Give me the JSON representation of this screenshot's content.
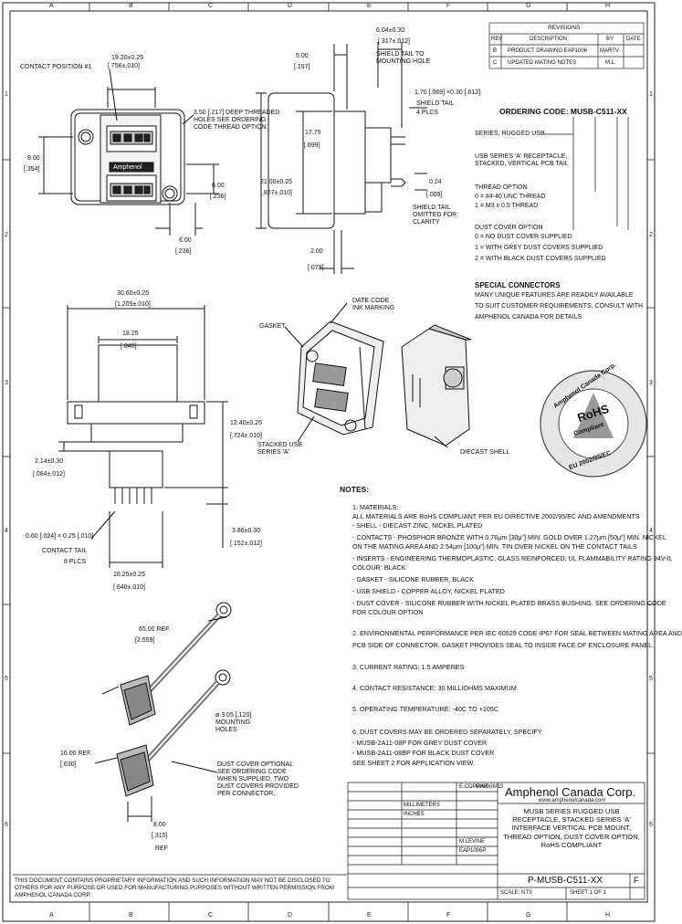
{
  "border": {
    "cols": [
      "A",
      "B",
      "C",
      "D",
      "E",
      "F",
      "G",
      "H"
    ],
    "rows": [
      "1",
      "2",
      "3",
      "4",
      "5",
      "6"
    ]
  },
  "revision_table": {
    "title": "REVISIONS",
    "headers": [
      "REV",
      "DESCRIPTION",
      "BY",
      "DATE"
    ],
    "rows": [
      {
        "rev": "B",
        "desc": "PRODUCT DRAWING EAP1006",
        "by": "MARTV",
        "date": ""
      },
      {
        "rev": "C",
        "desc": "UPDATED MATING NOTES",
        "by": "M.L.",
        "date": ""
      }
    ]
  },
  "dimensions": {
    "contact_position": "CONTACT POSITION #1",
    "d1_mm": "19.20±0.25",
    "d1_in": "[.756±.010]",
    "d2_mm": "6.04±0.30",
    "d2_in": "[.317±.012]",
    "shield_to_hole": "SHIELD TAIL TO MOUNTING HOLE",
    "d3_mm": "5.00",
    "d3_in": "[.197]",
    "d4_mm": "1.70 [.069] ×0.30 [.012]",
    "shield_tail": "SHIELD TAIL",
    "plcs4": "4 PLCS",
    "threaded_holes": "3.50 [.217] DEEP THREADED HOLES SEE ORDERING CODE THREAD OPTION",
    "d5_mm": "9.00",
    "d5_in": "[.354]",
    "d6_mm": "6.00",
    "d6_in": "[.236]",
    "d7_mm": "6.00",
    "d7_in": "[.236]",
    "d8_mm": "17.75",
    "d8_in": "[.699]",
    "d9_mm": "21.00±0.25",
    "d9_in": "[.827±.010]",
    "d10_mm": "0.24",
    "d10_in": "[.009]",
    "shield_omitted": "SHIELD TAIL OMITTED FOR CLARITY",
    "d11_mm": "2.00",
    "d11_in": "[.079]",
    "d12_mm": "30.60±0.25",
    "d12_in": "[1.205±.010]",
    "d13_mm": "18.25",
    "d13_in": "[.840]",
    "d14_mm": "2.14±0.30",
    "d14_in": "[.084±.012]",
    "d15_mm": "12.40±0.25",
    "d15_in": "[.724±.010]",
    "d16": "0.60 [.024] × 0.25 [.010]",
    "contact_tail": "CONTACT TAIL",
    "plcs8": "8 PLCS",
    "d17_mm": "3.86±0.30",
    "d17_in": "[.152±.012]",
    "d18_mm": "16.25±0.25",
    "d18_in": "[.640±.010]",
    "date_code": "DATE CODE INK MARKING",
    "gasket": "GASKET",
    "stacked": "STACKED USB SERIES 'A'",
    "diecast": "DIECAST SHELL",
    "amphenol_label": "Amphenol",
    "d19_mm": "65.00 REF.",
    "d19_in": "[2.559]",
    "d20": "ø 3.05 [.120] MOUNTING HOLES",
    "d21_mm": "16.00 REF.",
    "d21_in": "[.630]",
    "dust_cover_note": "DUST COVER OPTIONAL SEE ORDERING CODE WHEN SUPPLIED, TWO DUST COVERS PROVIDED PER CONNECTOR.",
    "d22_mm": "8.00",
    "d22_in": "[.315]",
    "ref": "REF"
  },
  "ordering": {
    "title": "ORDERING CODE: MUSB-C511-XX",
    "series": "SERIES, RUGGED USB",
    "usb_series": "USB SERIES 'A' RECEPTACLE, STACKED, VERTICAL PCB TAIL",
    "thread_title": "THREAD OPTION",
    "thread_0": "0 = #4-40 UNC THREAD",
    "thread_1": "1 = M3 x 0.5 THREAD",
    "dust_title": "DUST COVER OPTION",
    "dust_0": "0 = NO DUST COVER SUPPLIED",
    "dust_1": "1 = WITH GREY DUST COVERS SUPPLIED",
    "dust_2": "2 = WITH BLACK DUST COVERS SUPPLIED"
  },
  "special": {
    "title": "SPECIAL CONNECTORS",
    "body_1": "MANY UNIQUE FEATURES ARE READILY AVAILABLE",
    "body_2": "TO SUIT CUSTOMER REQUIREMENTS, CONSULT WITH",
    "body_3": "AMPHENOL CANADA FOR DETAILS"
  },
  "rohs": {
    "top": "Amphenol Canada Corp.",
    "mid": "RoHS",
    "sub": "Compliant",
    "bottom": "EU 2002/95/EC"
  },
  "notes": {
    "title": "NOTES:",
    "lines": [
      "1.  MATERIALS:",
      "    ALL MATERIALS ARE RoHS COMPLIANT PER EU DIRECTIVE 2002/95/EC AND AMENDMENTS",
      "    - SHELL - DIECAST ZINC, NICKEL PLATED",
      "    - CONTACTS - PHOSPHOR BRONZE WITH 0.76μm [30μ\"] MIN. GOLD OVER 1.27μm [50μ\"] MIN. NICKEL",
      "      ON THE MATING AREA AND 2.54μm [100μ\"] MIN. TIN OVER NICKEL ON THE CONTACT TAILS",
      "    - INSERTS - ENGINEERING THERMOPLASTIC, GLASS REINFORCED, UL FLAMMABILITY RATING 94V-0,",
      "      COLOUR: BLACK",
      "    - GASKET - SILICONE RUBBER, BLACK",
      "    - USB SHIELD - COPPER ALLOY, NICKEL PLATED",
      "    - DUST COVER - SILICONE RUBBER WITH NICKEL PLATED BRASS BUSHING. SEE ORDERING CODE",
      "      FOR COLOUR OPTION",
      "",
      "2.  ENVIRONMENTAL PERFORMANCE PER IEC 60529 CODE IP67 FOR SEAL BETWEEN MATING AREA AND",
      "    PCB SIDE OF CONNECTOR. GASKET PROVIDES SEAL TO INSIDE FACE OF ENCLOSURE PANEL.",
      "",
      "3.  CURRENT RATING: 1.5 AMPERES",
      "",
      "4.  CONTACT RESISTANCE: 30 MILLIOHMS MAXIMUM",
      "",
      "5.  OPERATING TEMPERATURE: -40C TO +105C",
      "",
      "6.  DUST COVERS MAY BE ORDERED SEPARATELY, SPECIFY:",
      "    - MUSB-2A11-08P FOR GREY DUST COVER",
      "    - MUSB-2A11-08BP FOR BLACK DUST COVER",
      "    SEE SHEET 2 FOR APPLICATION VIEW."
    ]
  },
  "title_block": {
    "company": "Amphenol Canada Corp.",
    "website": "www.amphenolcanada.com",
    "description": "MUSB SERIES RUGGED USB RECEPTACLE, STACKED SERIES 'A' INTERFACE VERTICAL PCB MOUNT, THREAD OPTION, DUST COVER OPTION, RoHS COMPLIANT",
    "part_no": "P-MUSB-C511-XX",
    "rev": "F",
    "checked": "E.COPPING",
    "date": "MAR 08/13",
    "units": "MILLIMETERS",
    "inches": "INCHES",
    "drawn": "M.LEVINE",
    "approved": "EAP1006P",
    "scale": "SCALE: NTS",
    "sheet": "SHEET 1 OF 1"
  },
  "disclaimer": "THIS DOCUMENT CONTAINS PROPRIETARY INFORMATION AND SUCH INFORMATION MAY NOT BE DISCLOSED TO OTHERS FOR ANY PURPOSE OR USED FOR MANUFACTURING PURPOSES WITHOUT WRITTEN PERMISSION FROM AMPHENOL CANADA CORP."
}
